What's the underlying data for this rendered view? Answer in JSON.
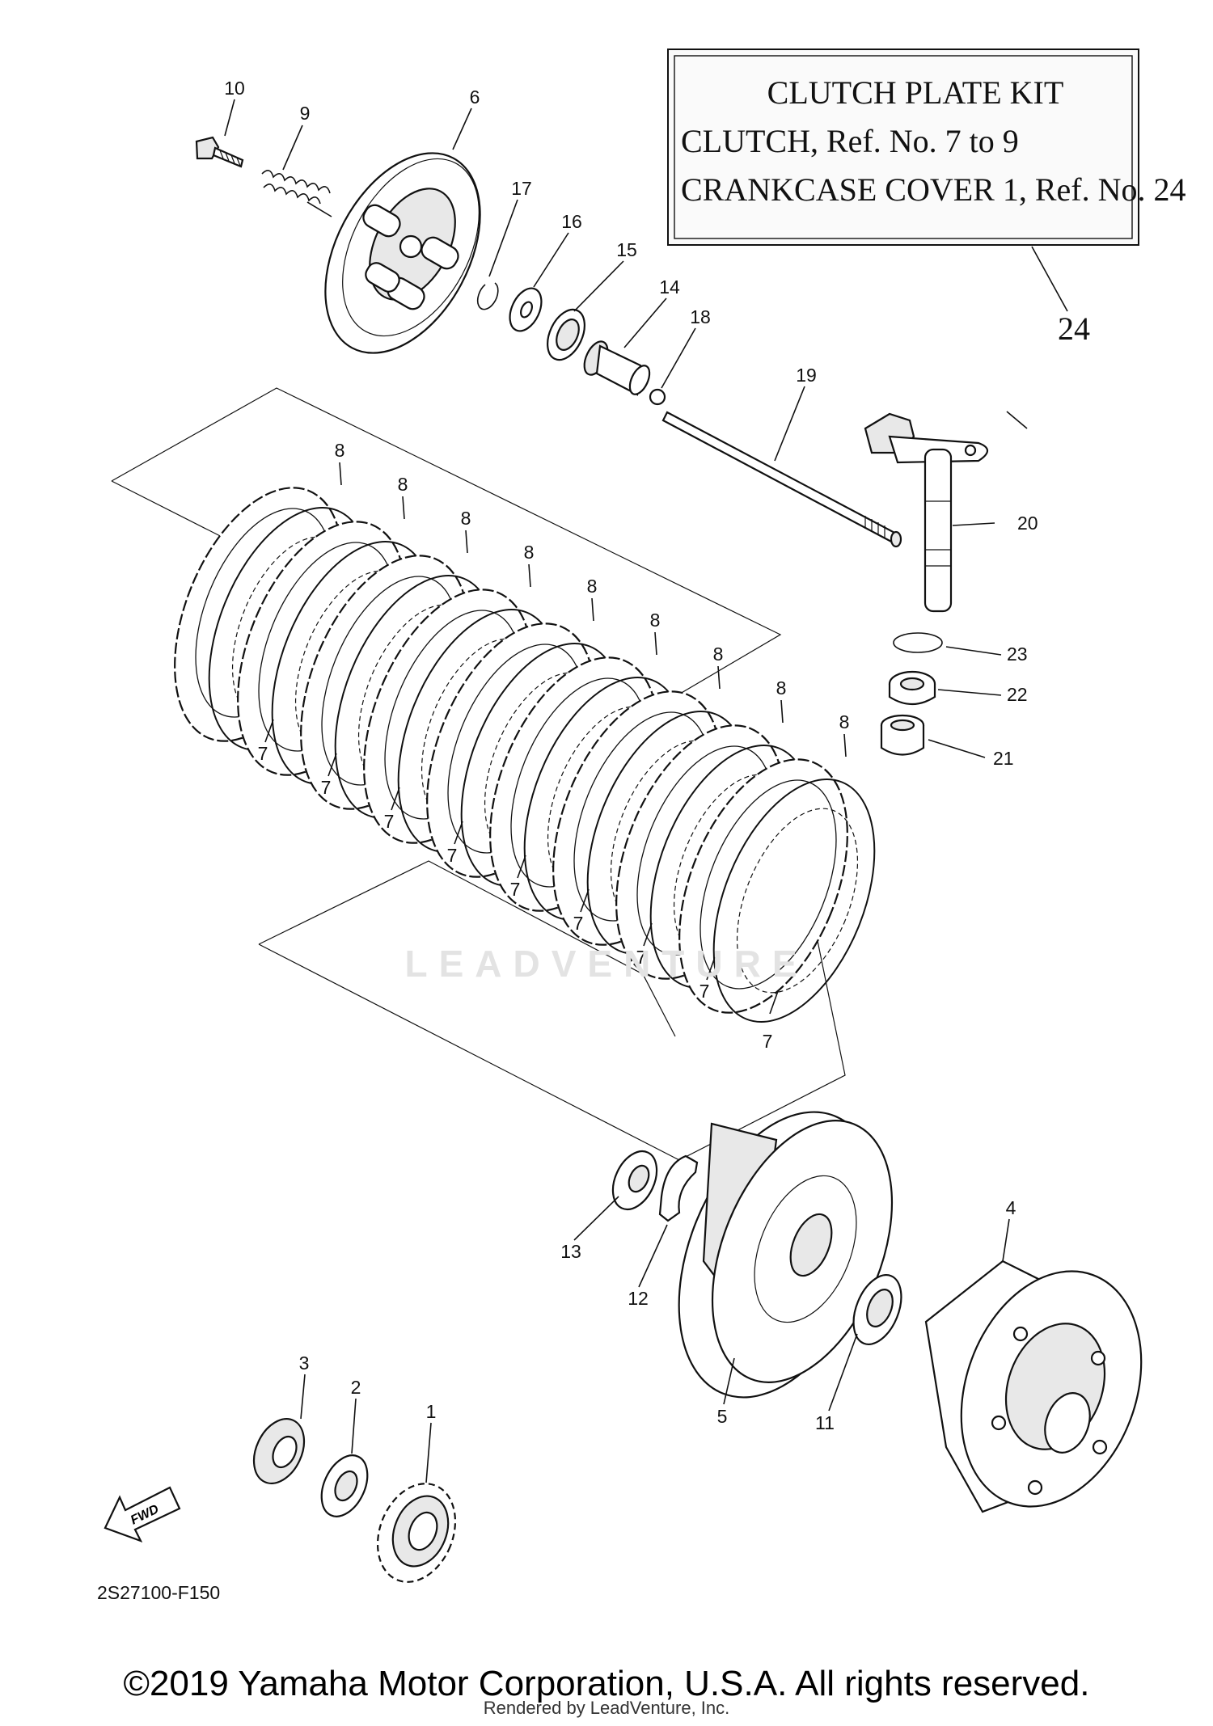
{
  "kit_box": {
    "title": "CLUTCH PLATE KIT",
    "line1": "CLUTCH, Ref. No. 7 to 9",
    "line2": "CRANKCASE COVER 1, Ref. No. 24",
    "ref": "24"
  },
  "callouts": {
    "c1": "1",
    "c2": "2",
    "c3": "3",
    "c4": "4",
    "c5": "5",
    "c6": "6",
    "c9": "9",
    "c10": "10",
    "c11": "11",
    "c12": "12",
    "c13": "13",
    "c14": "14",
    "c15": "15",
    "c16": "16",
    "c17": "17",
    "c18": "18",
    "c19": "19",
    "c20": "20",
    "c21": "21",
    "c22": "22",
    "c23": "23",
    "c7": "7",
    "c8": "8"
  },
  "fwd_label": "FWD",
  "diagram_code": "2S27100-F150",
  "watermark": "LEADVENTURE",
  "copyright": "©2019 Yamaha Motor Corporation, U.S.A. All rights reserved.",
  "rendered_by": "Rendered by LeadVenture, Inc."
}
